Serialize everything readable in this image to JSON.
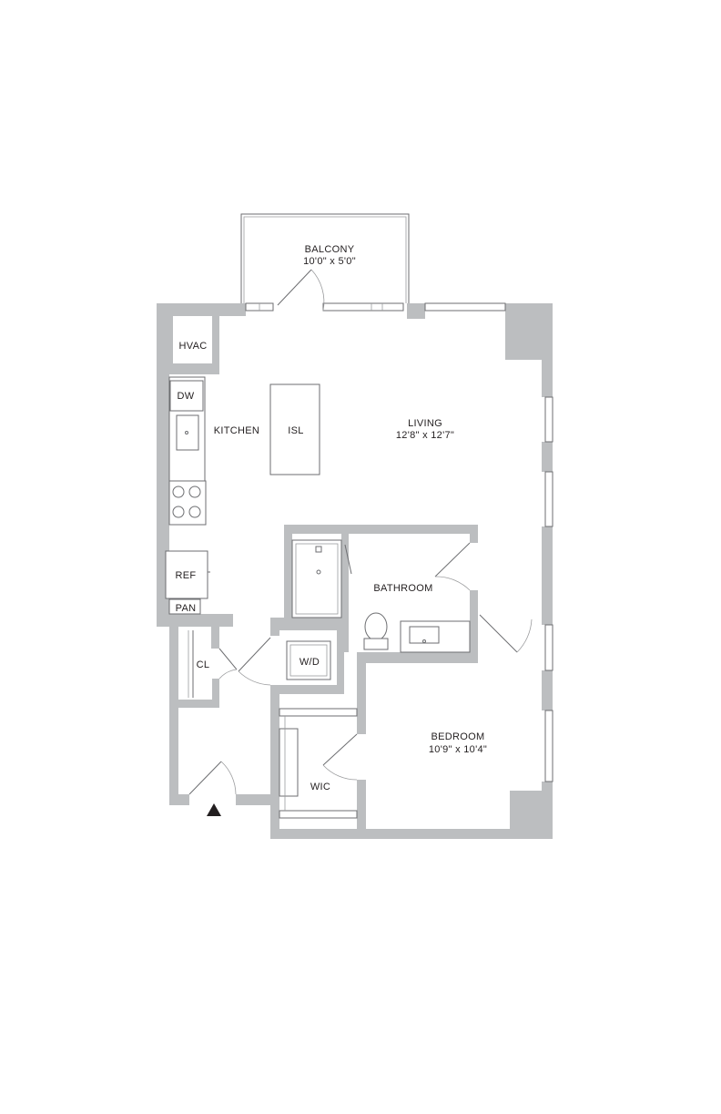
{
  "rooms": {
    "balcony": {
      "name": "BALCONY",
      "dims": "10'0\" x 5'0\""
    },
    "hvac": {
      "name": "HVAC"
    },
    "dw": {
      "name": "DW"
    },
    "kitchen": {
      "name": "KITCHEN"
    },
    "island": {
      "name": "ISL"
    },
    "living": {
      "name": "LIVING",
      "dims": "12'8\" x 12'7\""
    },
    "bathroom": {
      "name": "BATHROOM"
    },
    "ref": {
      "name": "REF"
    },
    "pan": {
      "name": "PAN"
    },
    "closet": {
      "name": "CL"
    },
    "washer": {
      "name": "W/D"
    },
    "bedroom": {
      "name": "BEDROOM",
      "dims": "10'9\" x 10'4\""
    },
    "wic": {
      "name": "WIC"
    }
  },
  "icons": {
    "entry": "entry-arrow-icon"
  },
  "colors": {
    "wall": "#bcbec0",
    "line": "#6d6e71",
    "text": "#231f20"
  }
}
